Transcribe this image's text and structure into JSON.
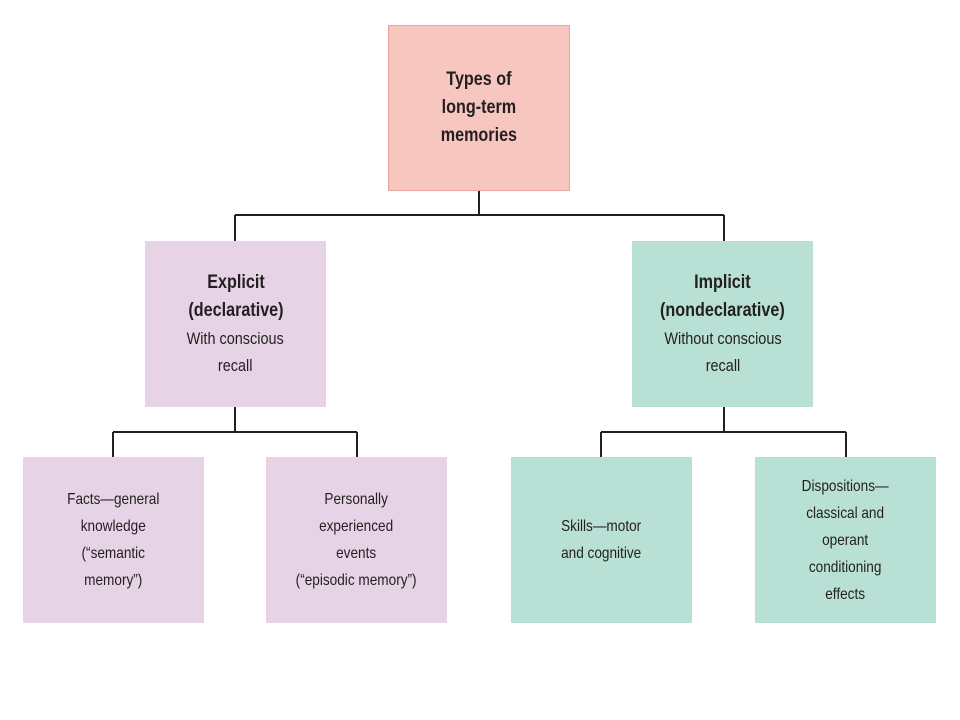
{
  "colors": {
    "root_fill": "#f7c6bf",
    "explicit_fill": "#e6d3e5",
    "implicit_fill": "#b8e0d5",
    "line": "#231f20"
  },
  "root": {
    "lines": [
      "Types of",
      "long-term",
      "memories"
    ]
  },
  "explicit": {
    "title_lines": [
      "Explicit",
      "(declarative)"
    ],
    "subtitle_lines": [
      "With conscious",
      "recall"
    ]
  },
  "implicit": {
    "title_lines": [
      "Implicit",
      "(nondeclarative)"
    ],
    "subtitle_lines": [
      "Without conscious",
      "recall"
    ]
  },
  "leaves": {
    "facts": [
      "Facts—general",
      "knowledge",
      "(“semantic",
      "memory”)"
    ],
    "episodic": [
      "Personally",
      "experienced",
      "events",
      "(“episodic memory”)"
    ],
    "skills": [
      "Skills—motor",
      "and cognitive"
    ],
    "dispositions": [
      "Dispositions—",
      "classical and",
      "operant",
      "conditioning",
      "effects"
    ]
  }
}
